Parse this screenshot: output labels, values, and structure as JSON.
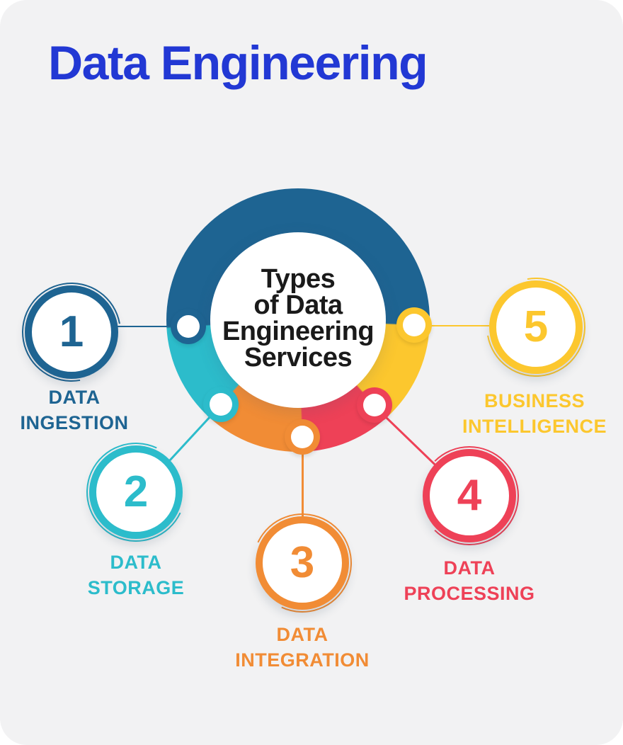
{
  "title": "Data Engineering",
  "hub": {
    "title_lines": [
      "Types",
      "of Data",
      "Engineering",
      "Services"
    ]
  },
  "items": [
    {
      "id": "data-ingestion",
      "number": "1",
      "label": [
        "DATA",
        "INGESTION"
      ],
      "color": "#1e6492"
    },
    {
      "id": "data-storage",
      "number": "2",
      "label": [
        "DATA",
        "STORAGE"
      ],
      "color": "#2cbccb"
    },
    {
      "id": "data-integration",
      "number": "3",
      "label": [
        "DATA",
        "INTEGRATION"
      ],
      "color": "#f18c35"
    },
    {
      "id": "data-processing",
      "number": "4",
      "label": [
        "DATA",
        "PROCESSING"
      ],
      "color": "#ee4157"
    },
    {
      "id": "business-intelligence",
      "number": "5",
      "label": [
        "BUSINESS",
        "INTELLIGENCE"
      ],
      "color": "#fcc72e"
    }
  ],
  "colors": {
    "title": "#2238d4",
    "blue": "#1e6492",
    "cyan": "#2cbccb",
    "orange": "#f18c35",
    "red": "#ee4157",
    "yellow": "#fcc72e",
    "panel": "#f2f2f3",
    "ink": "#1a1a1a",
    "white": "#ffffff"
  }
}
